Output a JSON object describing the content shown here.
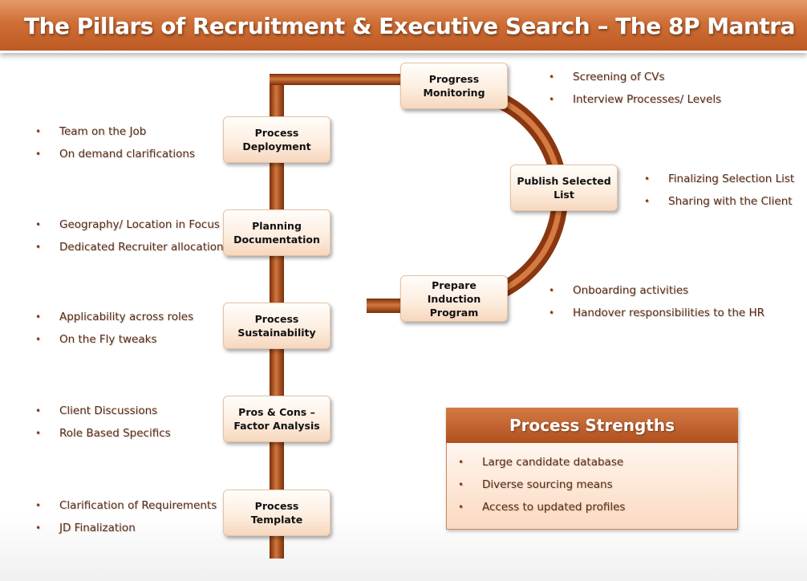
{
  "title": "The Pillars of Recruitment & Executive Search – The 8P Mantra",
  "steps": [
    {
      "id": "progress-monitoring",
      "label": "Progress\nMonitoring",
      "bullets": [
        "Screening of CVs",
        "Interview Processes/ Levels"
      ]
    },
    {
      "id": "process-deployment",
      "label": "Process\nDeployment",
      "bullets": [
        "Team on the Job",
        "On demand clarifications"
      ]
    },
    {
      "id": "publish-selected-list",
      "label": "Publish Selected\nList",
      "bullets": [
        "Finalizing Selection List",
        "Sharing with the Client"
      ]
    },
    {
      "id": "planning-documentation",
      "label": "Planning\nDocumentation",
      "bullets": [
        "Geography/ Location in Focus",
        "Dedicated Recruiter allocation"
      ]
    },
    {
      "id": "prepare-induction-program",
      "label": "Prepare\nInduction\nProgram",
      "bullets": [
        "Onboarding activities",
        "Handover responsibilities to the HR"
      ]
    },
    {
      "id": "process-sustainability",
      "label": "Process\nSustainability",
      "bullets": [
        "Applicability across roles",
        "On the Fly tweaks"
      ]
    },
    {
      "id": "pros-cons-factor-analysis",
      "label": "Pros & Cons –\nFactor Analysis",
      "bullets": [
        "Client Discussions",
        "Role Based Specifics"
      ]
    },
    {
      "id": "process-template",
      "label": "Process\nTemplate",
      "bullets": [
        "Clarification of Requirements",
        "JD Finalization"
      ]
    }
  ],
  "strengths": {
    "heading": "Process Strengths",
    "items": [
      "Large candidate database",
      "Diverse sourcing means",
      "Access to updated profiles"
    ]
  },
  "bullet_symbol": "•",
  "colors": {
    "accent": "#c0602a",
    "connector": "#9b3f10",
    "text": "#5b2a10",
    "box_fill": "#fdeee0"
  }
}
